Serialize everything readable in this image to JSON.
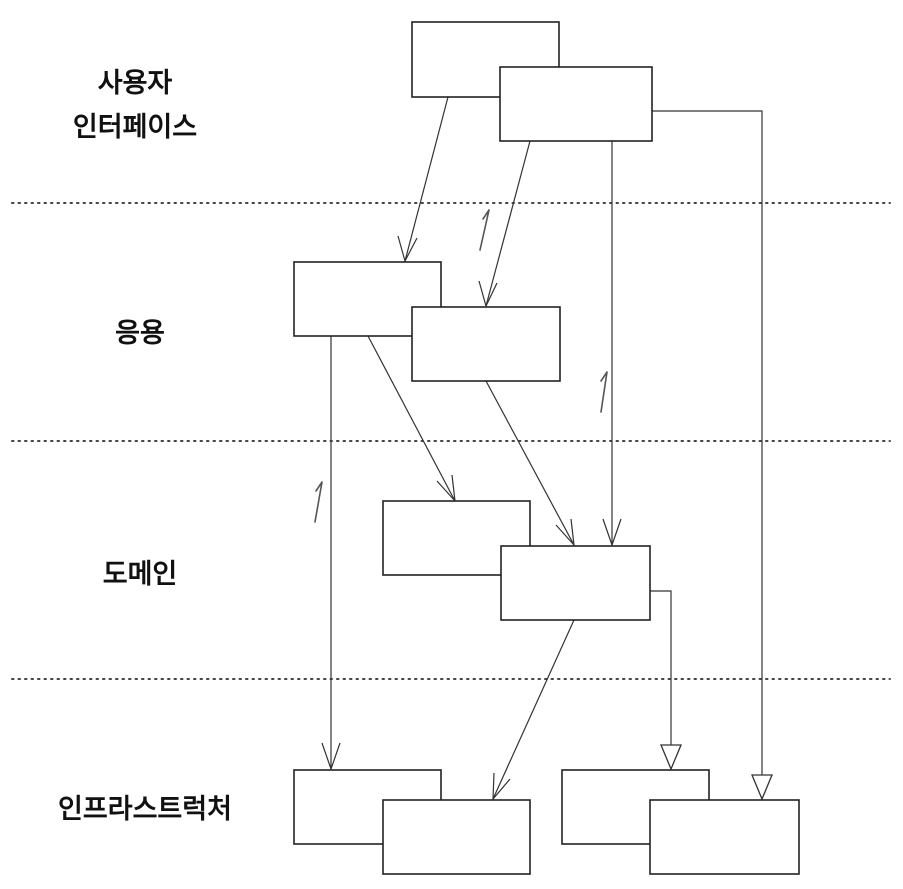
{
  "diagram": {
    "layers": [
      {
        "id": "ui",
        "lines": [
          "사용자",
          "인터페이스"
        ]
      },
      {
        "id": "application",
        "lines": [
          "응용"
        ]
      },
      {
        "id": "domain",
        "lines": [
          "도메인"
        ]
      },
      {
        "id": "infrastructure",
        "lines": [
          "인프라스트럭처"
        ]
      }
    ],
    "colors": {
      "stroke": "#222222",
      "divider": "#444444",
      "background": "#ffffff"
    }
  }
}
